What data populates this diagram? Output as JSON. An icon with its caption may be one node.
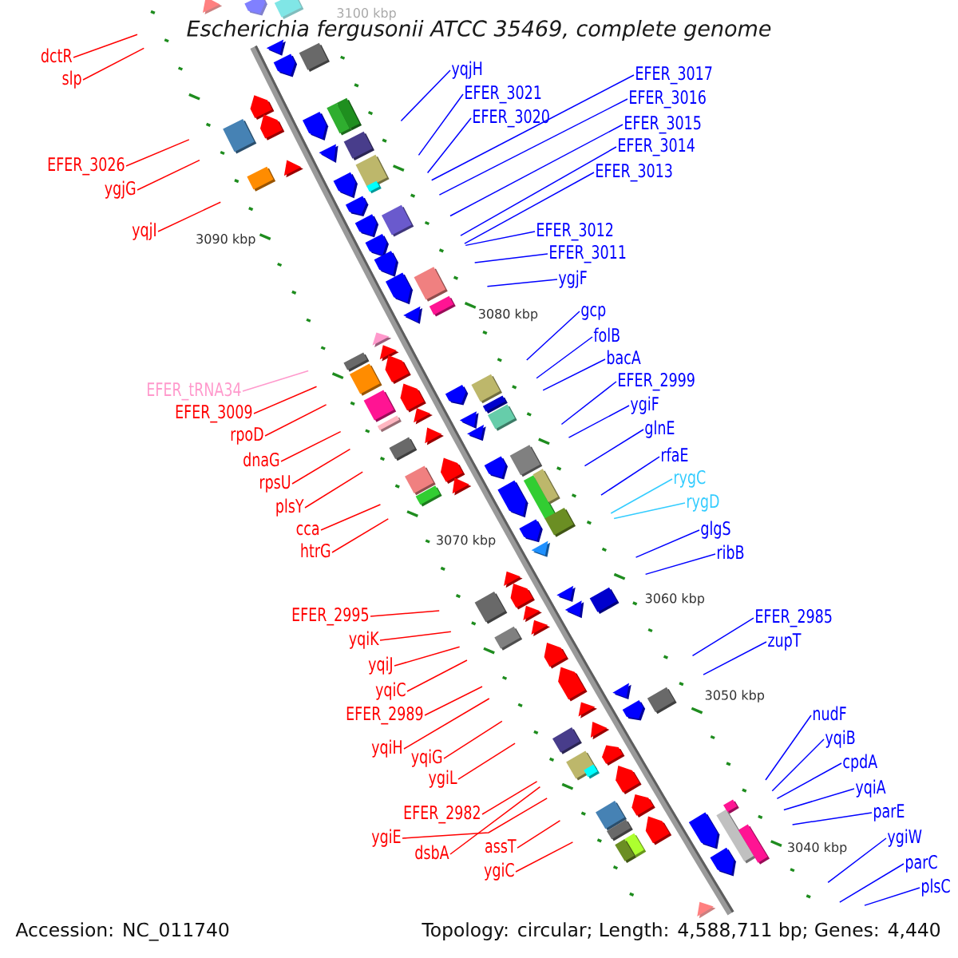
{
  "diagram": {
    "title": "Escherichia fergusonii ATCC 35469, complete genome",
    "nodes": [
      {
        "text": [
          "dctR"
        ]
      },
      {
        "text": [
          "yqjH"
        ]
      },
      {
        "text": [
          "EFER_3017"
        ]
      },
      {
        "text": [
          "slp"
        ]
      },
      {
        "text": [
          "EFER_3021"
        ]
      },
      {
        "text": [
          "EFER_3016"
        ]
      },
      {
        "text": [
          "EFER_3020"
        ]
      },
      {
        "text": [
          "EFER_3015"
        ]
      },
      {
        "text": [
          "EFER_3014"
        ]
      },
      {
        "text": [
          "EFER_3026"
        ]
      },
      {
        "text": [
          "EFER_3013"
        ]
      },
      {
        "text": [
          "ygjG"
        ]
      },
      {
        "text": [
          "yqjI"
        ]
      },
      {
        "text": [
          "EFER_3012"
        ]
      },
      {
        "text": [
          "EFER_3011"
        ]
      },
      {
        "text": [
          "ygjF"
        ]
      },
      {
        "text": [
          "gcp"
        ]
      },
      {
        "text": [
          "folB"
        ]
      },
      {
        "text": [
          "bacA"
        ]
      },
      {
        "text": [
          "EFER_2999"
        ]
      },
      {
        "text": [
          "EFER_tRNA34"
        ]
      },
      {
        "text": [
          "ygiF"
        ]
      },
      {
        "text": [
          "EFER_3009"
        ]
      },
      {
        "text": [
          "glnE"
        ]
      },
      {
        "text": [
          "rpoD"
        ]
      },
      {
        "text": [
          "rfaE"
        ]
      },
      {
        "text": [
          "dnaG"
        ]
      },
      {
        "text": [
          "rygC"
        ]
      },
      {
        "text": [
          "rpsU"
        ]
      },
      {
        "text": [
          "rygD"
        ]
      },
      {
        "text": [
          "plsY"
        ]
      },
      {
        "text": [
          "cca"
        ]
      },
      {
        "text": [
          "glgS"
        ]
      },
      {
        "text": [
          "htrG"
        ]
      },
      {
        "text": [
          "ribB"
        ]
      },
      {
        "text": [
          "EFER_2995"
        ]
      },
      {
        "text": [
          "EFER_2985"
        ]
      },
      {
        "text": [
          "yqiK"
        ]
      },
      {
        "text": [
          "zupT"
        ]
      },
      {
        "text": [
          "yqiJ"
        ]
      },
      {
        "text": [
          "yqiC"
        ]
      },
      {
        "text": [
          "EFER_2989"
        ]
      },
      {
        "text": [
          "nudF"
        ]
      },
      {
        "text": [
          "yqiB"
        ]
      },
      {
        "text": [
          "yqiH"
        ]
      },
      {
        "text": [
          "yqiG"
        ]
      },
      {
        "text": [
          "cpdA"
        ]
      },
      {
        "text": [
          "ygiL"
        ]
      },
      {
        "text": [
          "yqiA"
        ]
      },
      {
        "text": [
          "parE"
        ]
      },
      {
        "text": [
          "EFER_2982"
        ]
      },
      {
        "text": [
          "ygiE"
        ]
      },
      {
        "text": [
          "ygiW"
        ]
      },
      {
        "text": [
          "assT"
        ]
      },
      {
        "text": [
          "dsbA"
        ]
      },
      {
        "text": [
          "parC"
        ]
      },
      {
        "text": [
          "ygiC"
        ]
      },
      {
        "text": [
          "plsC"
        ]
      }
    ],
    "edges": [
      {
        "from": 0,
        "to": null,
        "arrow": "none",
        "color": "#ff0000"
      },
      {
        "from": 1,
        "to": null,
        "arrow": "none"
      },
      {
        "from": 2,
        "to": null,
        "arrow": "none"
      },
      {
        "from": 3,
        "to": null,
        "arrow": "none",
        "color": "#ff0000"
      },
      {
        "from": 4,
        "to": null,
        "arrow": "none"
      },
      {
        "from": 5,
        "to": null,
        "arrow": "none"
      },
      {
        "from": 6,
        "to": null,
        "arrow": "none"
      },
      {
        "from": 7,
        "to": null,
        "arrow": "none"
      },
      {
        "from": 8,
        "to": null,
        "arrow": "none"
      },
      {
        "from": 9,
        "to": null,
        "arrow": "none",
        "color": "#ff0000"
      },
      {
        "from": 10,
        "to": null,
        "arrow": "none"
      },
      {
        "from": 11,
        "to": null,
        "arrow": "none",
        "color": "#ff0000"
      },
      {
        "from": 12,
        "to": null,
        "arrow": "none",
        "color": "#ff0000"
      },
      {
        "from": 13,
        "to": null,
        "arrow": "none"
      },
      {
        "from": 14,
        "to": null,
        "arrow": "none"
      },
      {
        "from": 15,
        "to": null,
        "arrow": "none"
      },
      {
        "from": 16,
        "to": null,
        "arrow": "none"
      },
      {
        "from": 17,
        "to": null,
        "arrow": "none"
      },
      {
        "from": 18,
        "to": null,
        "arrow": "none"
      },
      {
        "from": 19,
        "to": null,
        "arrow": "none"
      },
      {
        "from": 20,
        "to": null,
        "arrow": "none",
        "color": "#ff99cc"
      },
      {
        "from": 21,
        "to": null,
        "arrow": "none"
      },
      {
        "from": 22,
        "to": null,
        "arrow": "none",
        "color": "#ff0000"
      },
      {
        "from": 23,
        "to": null,
        "arrow": "none"
      },
      {
        "from": 24,
        "to": null,
        "arrow": "none",
        "color": "#ff0000"
      },
      {
        "from": 25,
        "to": null,
        "arrow": "none"
      },
      {
        "from": 26,
        "to": null,
        "arrow": "none",
        "color": "#ff0000"
      },
      {
        "from": 27,
        "to": null,
        "arrow": "none",
        "color": "#33ccff"
      },
      {
        "from": 28,
        "to": null,
        "arrow": "none",
        "color": "#ff0000"
      },
      {
        "from": 29,
        "to": null,
        "arrow": "none",
        "color": "#33ccff"
      },
      {
        "from": 30,
        "to": null,
        "arrow": "none",
        "color": "#ff0000"
      },
      {
        "from": 31,
        "to": null,
        "arrow": "none",
        "color": "#ff0000"
      },
      {
        "from": 32,
        "to": null,
        "arrow": "none"
      },
      {
        "from": 33,
        "to": null,
        "arrow": "none",
        "color": "#ff0000"
      },
      {
        "from": 34,
        "to": null,
        "arrow": "none"
      },
      {
        "from": 35,
        "to": null,
        "arrow": "none",
        "color": "#ff0000"
      },
      {
        "from": 36,
        "to": null,
        "arrow": "none"
      },
      {
        "from": 37,
        "to": null,
        "arrow": "none",
        "color": "#ff0000"
      },
      {
        "from": 38,
        "to": null,
        "arrow": "none"
      },
      {
        "from": 39,
        "to": null,
        "arrow": "none",
        "color": "#ff0000"
      },
      {
        "from": 40,
        "to": null,
        "arrow": "none",
        "color": "#ff0000"
      },
      {
        "from": 41,
        "to": null,
        "arrow": "none",
        "color": "#ff0000"
      },
      {
        "from": 42,
        "to": null,
        "arrow": "none"
      },
      {
        "from": 43,
        "to": null,
        "arrow": "none"
      },
      {
        "from": 44,
        "to": null,
        "arrow": "none",
        "color": "#ff0000"
      },
      {
        "from": 45,
        "to": null,
        "arrow": "none",
        "color": "#ff0000"
      },
      {
        "from": 46,
        "to": null,
        "arrow": "none"
      },
      {
        "from": 47,
        "to": null,
        "arrow": "none",
        "color": "#ff0000"
      },
      {
        "from": 48,
        "to": null,
        "arrow": "none"
      },
      {
        "from": 49,
        "to": null,
        "arrow": "none"
      },
      {
        "from": 50,
        "to": null,
        "arrow": "none",
        "color": "#ff0000"
      },
      {
        "from": 51,
        "to": null,
        "arrow": "none",
        "color": "#ff0000"
      },
      {
        "from": 52,
        "to": null,
        "arrow": "none"
      },
      {
        "from": 53,
        "to": null,
        "arrow": "none",
        "color": "#ff0000"
      },
      {
        "from": 54,
        "to": null,
        "arrow": "none",
        "color": "#ff0000"
      },
      {
        "from": 55,
        "to": null,
        "arrow": "none"
      },
      {
        "from": 56,
        "to": null,
        "arrow": "none",
        "color": "#ff0000"
      },
      {
        "from": 57,
        "to": null,
        "arrow": "none"
      }
    ],
    "labels": [
      "3100 kbp",
      "3090 kbp",
      "3080 kbp",
      "3070 kbp",
      "3060 kbp",
      "3050 kbp",
      "3040 kbp",
      "Accession: NC_011740",
      "Topology: circular; Length: 4,588,711 bp; Genes: 4,440"
    ]
  }
}
